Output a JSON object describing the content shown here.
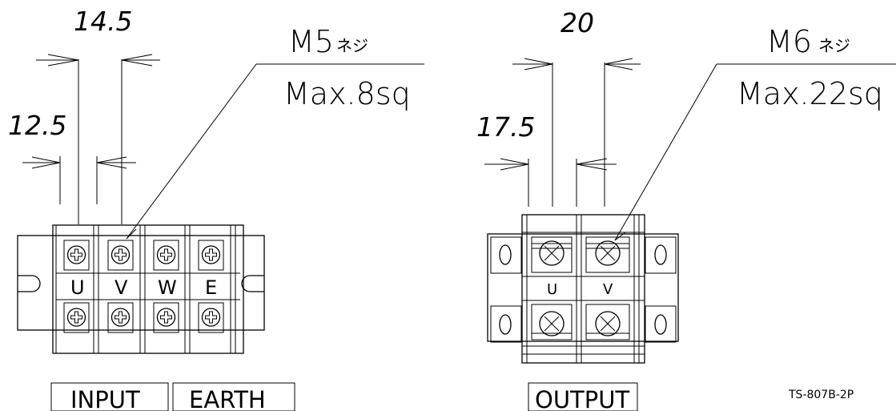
{
  "left": {
    "dim_outer": "14.5",
    "dim_inner": "12.5",
    "screw_label": "M5",
    "screw_suffix": "ネジ",
    "wire_spec": "Max.8sq",
    "terminals": [
      "U",
      "V",
      "W",
      "E"
    ],
    "label_input": "INPUT",
    "label_earth": "EARTH"
  },
  "right": {
    "dim_outer": "20",
    "dim_inner": "17.5",
    "screw_label": "M6",
    "screw_suffix": "ネジ",
    "wire_spec": "Max.22sq",
    "terminals": [
      "U",
      "V"
    ],
    "label_output": "OUTPUT"
  },
  "part_number": "TS-807B-2P"
}
